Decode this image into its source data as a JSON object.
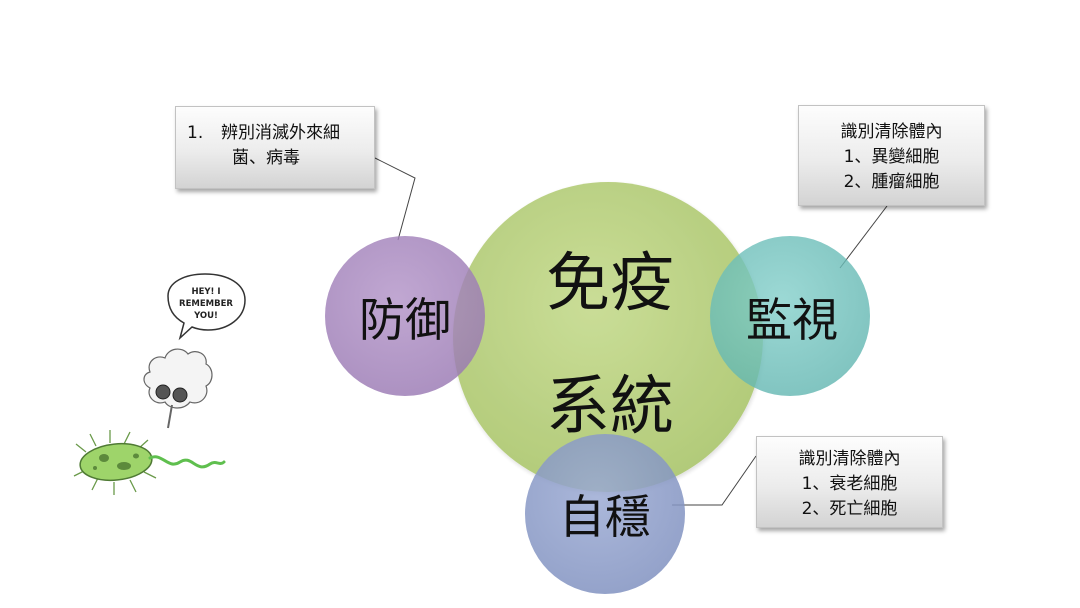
{
  "center": {
    "line1": "免疫",
    "line2": "系統"
  },
  "circles": {
    "defense": "防御",
    "surveillance": "監視",
    "homeostasis": "自穩"
  },
  "callouts": {
    "defense": {
      "number": "1.",
      "line1": "辨別消滅外來細",
      "line2": "菌、病毒"
    },
    "surveillance": {
      "line1": "識別清除體內",
      "line2": "1、異變細胞",
      "line2b": "",
      "line3": "2、腫瘤細胞"
    },
    "homeostasis": {
      "line1": "識別清除體內",
      "line2": "1、衰老細胞",
      "line3": "2、死亡細胞"
    }
  },
  "cartoon": {
    "speech_line1": "HEY! I",
    "speech_line2": "REMEMBER",
    "speech_line3": "YOU!"
  },
  "colors": {
    "center": "#b9d17f",
    "defense": "#a585bd",
    "surveillance": "#6fc3be",
    "homeostasis": "#8f9fcb"
  }
}
